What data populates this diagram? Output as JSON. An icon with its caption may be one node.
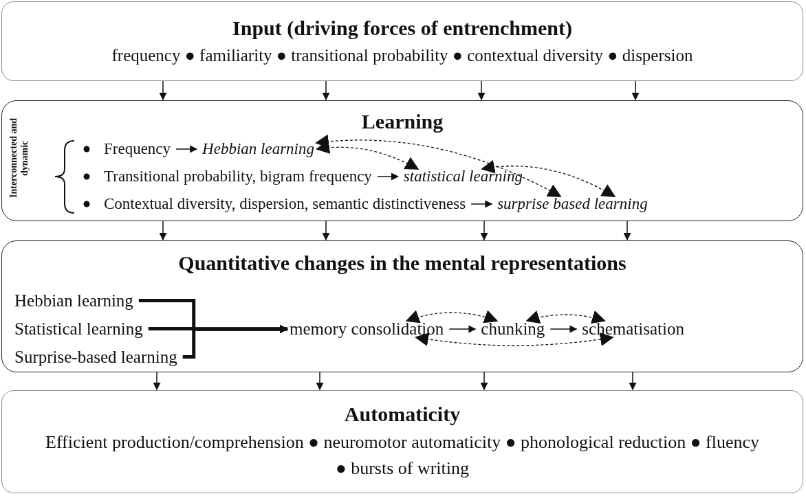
{
  "diagram": {
    "nodes": [
      {
        "text": [
          "Input (driving forces of entrenchment)",
          "frequency ● familiarity ● transitional probability ● contextual diversity ● dispersion"
        ]
      },
      {
        "text": [
          "Learning"
        ]
      },
      {
        "text": [
          "Frequency"
        ],
        "in": 1
      },
      {
        "text": [
          "Hebbian learning"
        ],
        "in": 1
      },
      {
        "text": [
          "Transitional probability, bigram frequency"
        ],
        "in": 1
      },
      {
        "text": [
          "statistical learning"
        ],
        "in": 1
      },
      {
        "text": [
          "Contextual diversity, dispersion, semantic distinctiveness"
        ],
        "in": 1
      },
      {
        "text": [
          "surprise based learning"
        ],
        "in": 1
      },
      {
        "text": [
          "Quantitative changes in the mental representations"
        ]
      },
      {
        "text": [
          "Hebbian learning"
        ],
        "in": 8
      },
      {
        "text": [
          "Statistical learning"
        ],
        "in": 8
      },
      {
        "text": [
          "Surprise-based learning"
        ],
        "in": 8
      },
      {
        "text": [
          "memory consolidation"
        ],
        "in": 8
      },
      {
        "text": [
          "chunking"
        ],
        "in": 8
      },
      {
        "text": [
          "schematisation"
        ],
        "in": 8
      },
      {
        "text": [
          "Automaticity",
          "Efficient production/comprehension ● neuromotor automaticity ● phonological reduction ● fluency ● bursts of writing"
        ]
      }
    ],
    "edges": [
      {
        "from": 0,
        "to": 1,
        "arrow": "to"
      },
      {
        "from": 0,
        "to": 1,
        "arrow": "to"
      },
      {
        "from": 0,
        "to": 1,
        "arrow": "to"
      },
      {
        "from": 0,
        "to": 1,
        "arrow": "to"
      },
      {
        "from": 2,
        "to": 3,
        "arrow": "to"
      },
      {
        "from": 4,
        "to": 5,
        "arrow": "to"
      },
      {
        "from": 6,
        "to": 7,
        "arrow": "to"
      },
      {
        "from": 3,
        "to": 5,
        "arrow": "both",
        "style": "dashed"
      },
      {
        "from": 3,
        "to": 7,
        "arrow": "both",
        "style": "dashed"
      },
      {
        "from": 5,
        "to": 7,
        "arrow": "both",
        "style": "dashed"
      },
      {
        "from": 1,
        "to": 8,
        "arrow": "to"
      },
      {
        "from": 1,
        "to": 8,
        "arrow": "to"
      },
      {
        "from": 1,
        "to": 8,
        "arrow": "to"
      },
      {
        "from": 1,
        "to": 8,
        "arrow": "to"
      },
      {
        "from": 9,
        "to": 12,
        "arrow": "to",
        "style": "thick"
      },
      {
        "from": 10,
        "to": 12,
        "arrow": "to",
        "style": "thick"
      },
      {
        "from": 11,
        "to": 12,
        "arrow": "to",
        "style": "thick"
      },
      {
        "from": 12,
        "to": 13,
        "arrow": "to"
      },
      {
        "from": 13,
        "to": 14,
        "arrow": "to"
      },
      {
        "from": 12,
        "to": 13,
        "arrow": "both",
        "style": "dashed"
      },
      {
        "from": 13,
        "to": 14,
        "arrow": "both",
        "style": "dashed"
      },
      {
        "from": 12,
        "to": 14,
        "arrow": "both",
        "style": "dashed"
      },
      {
        "from": 8,
        "to": 15,
        "arrow": "to"
      },
      {
        "from": 8,
        "to": 15,
        "arrow": "to"
      },
      {
        "from": 8,
        "to": 15,
        "arrow": "to"
      },
      {
        "from": 8,
        "to": 15,
        "arrow": "to"
      }
    ],
    "labels": [
      "Interconnected and dynamic"
    ]
  }
}
